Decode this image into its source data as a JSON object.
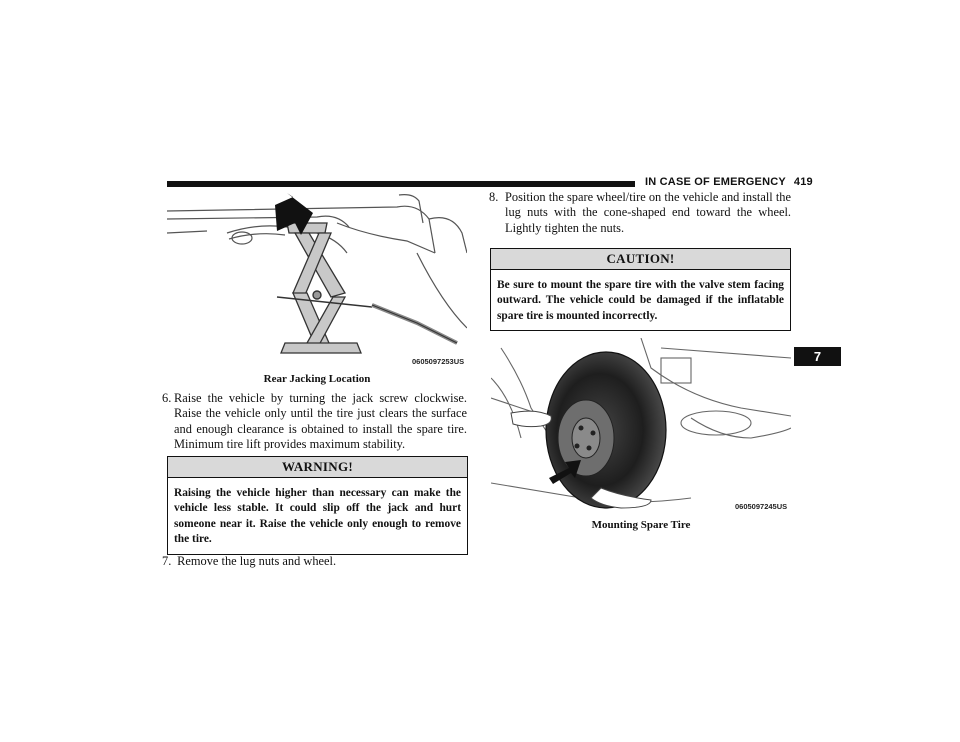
{
  "header": {
    "section": "IN CASE OF EMERGENCY",
    "page_number": "419"
  },
  "figures": {
    "rear_jack": {
      "code": "0605097253US",
      "caption": "Rear Jacking Location"
    },
    "spare_tire": {
      "code": "0605097245US",
      "caption": "Mounting Spare Tire"
    }
  },
  "steps": {
    "s6": {
      "number": "6.",
      "text": "Raise the vehicle by turning the jack screw clockwise. Raise the vehicle only until the tire just clears the surface and enough clearance is obtained to install the spare tire. Minimum tire lift provides maximum stability."
    },
    "s7": {
      "number": "7.",
      "text": "Remove the lug nuts and wheel."
    },
    "s8": {
      "number": "8.",
      "text": "Position the spare wheel/tire on the vehicle and install the lug nuts with the cone-shaped end toward the wheel. Lightly tighten the nuts."
    }
  },
  "warning": {
    "title": "WARNING!",
    "body": "Raising the vehicle higher than necessary can make the vehicle less stable. It could slip off the jack and hurt someone near it. Raise the vehicle only enough to remove the tire."
  },
  "caution": {
    "title": "CAUTION!",
    "body": "Be sure to mount the spare tire with the valve stem facing outward. The vehicle could be damaged if the inflatable spare tire is mounted incorrectly."
  },
  "chapter_tab": "7"
}
